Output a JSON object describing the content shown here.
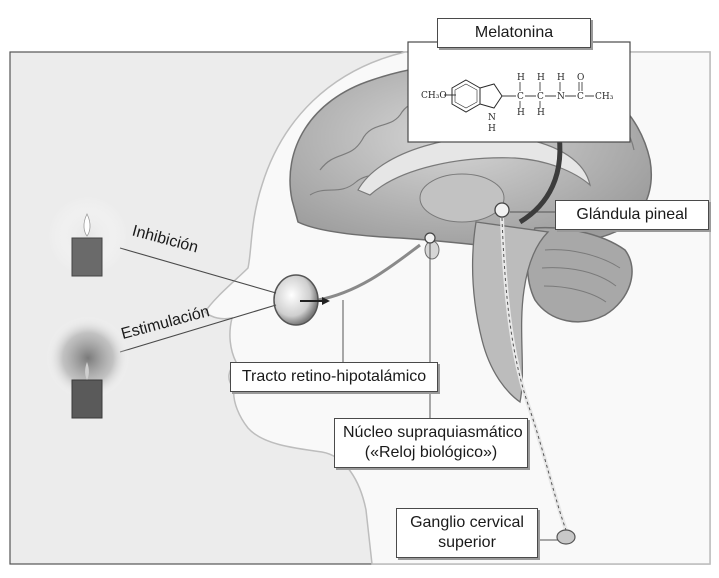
{
  "labels": {
    "melatonin": "Melatonina",
    "pineal": "Glándula pineal",
    "inhibition": "Inhibición",
    "stimulation": "Estimulación",
    "tract": "Tracto retino-hipotalámico",
    "scn_line1": "Núcleo supraquiasmático",
    "scn_line2": "(«Reloj biológico»)",
    "ganglion_line1": "Ganglio cervical",
    "ganglion_line2": "superior"
  },
  "formula": {
    "substituent": "CH₃O",
    "n_ring": "N",
    "h_ring": "H",
    "h1": "H",
    "h2": "H",
    "h3": "H",
    "h4": "H",
    "h5": "H",
    "c1": "C",
    "c2": "C",
    "n_amide": "N",
    "c3": "C",
    "o": "O",
    "methyl": "CH₃"
  },
  "colors": {
    "background_panel": "#ececec",
    "outline": "#4a4a4a",
    "brain": "#b4b4b4"
  }
}
